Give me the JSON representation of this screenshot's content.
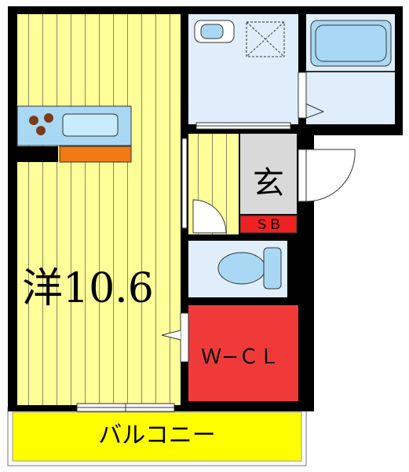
{
  "plan": {
    "western_room_label": "洋10.6",
    "entrance_label": "玄",
    "shoe_box_label": "ＳＢ",
    "closet_label": "Ｗ−ＣＬ",
    "balcony_label": "バルコニー"
  },
  "colors": {
    "floor_yellow": "#ffff99",
    "floor_line": "#8a8a66",
    "wall": "#000000",
    "wet_area": "#dfeefa",
    "fixture_blue": "#a9d8f5",
    "entrance_gray": "#d9d9d9",
    "closet_red": "#f03a3a",
    "shoe_box_red": "#ee2222",
    "counter_orange": "#f27a14",
    "burner_brown": "#7a3b1a",
    "balcony_yellow": "#ffff00"
  }
}
